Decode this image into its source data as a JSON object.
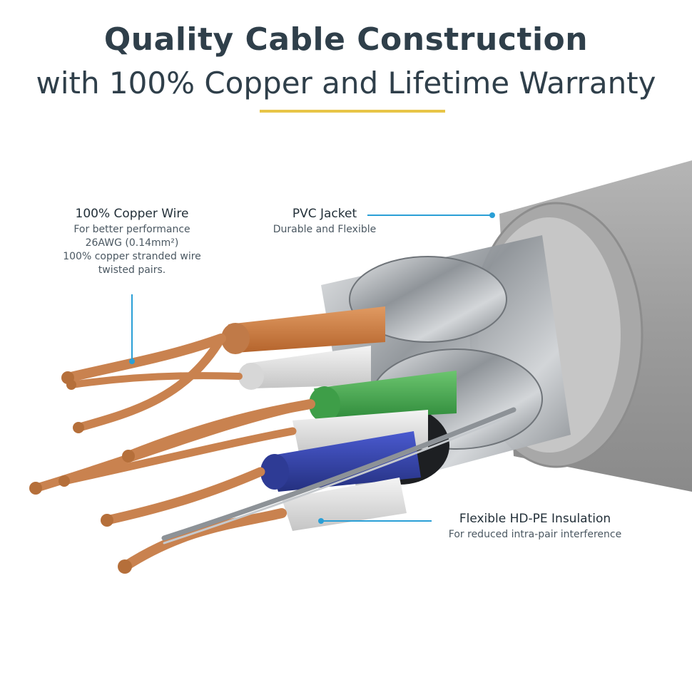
{
  "header": {
    "title_line1": "Quality Cable Construction",
    "title_line2": "with 100% Copper and Lifetime Warranty",
    "accent_color": "#e8c547"
  },
  "callouts": {
    "copper": {
      "heading": "100% Copper Wire",
      "lines": [
        "For better performance",
        "26AWG (0.14mm²)",
        "100% copper stranded wire",
        "twisted pairs."
      ]
    },
    "pvc": {
      "heading": "PVC Jacket",
      "lines": [
        "Durable and Flexible"
      ]
    },
    "hdpe": {
      "heading": "Flexible HD-PE Insulation",
      "lines": [
        "For reduced intra-pair interference"
      ]
    }
  },
  "colors": {
    "leader_line": "#2a9fd6",
    "jacket": "#9a9a9a",
    "foil": "#b8bcc0",
    "copper": "#c9824f",
    "orange_pair": "#c8773e",
    "green_pair": "#3fa34d",
    "blue_pair": "#3040a0",
    "white_pair": "#e6e6e6"
  }
}
